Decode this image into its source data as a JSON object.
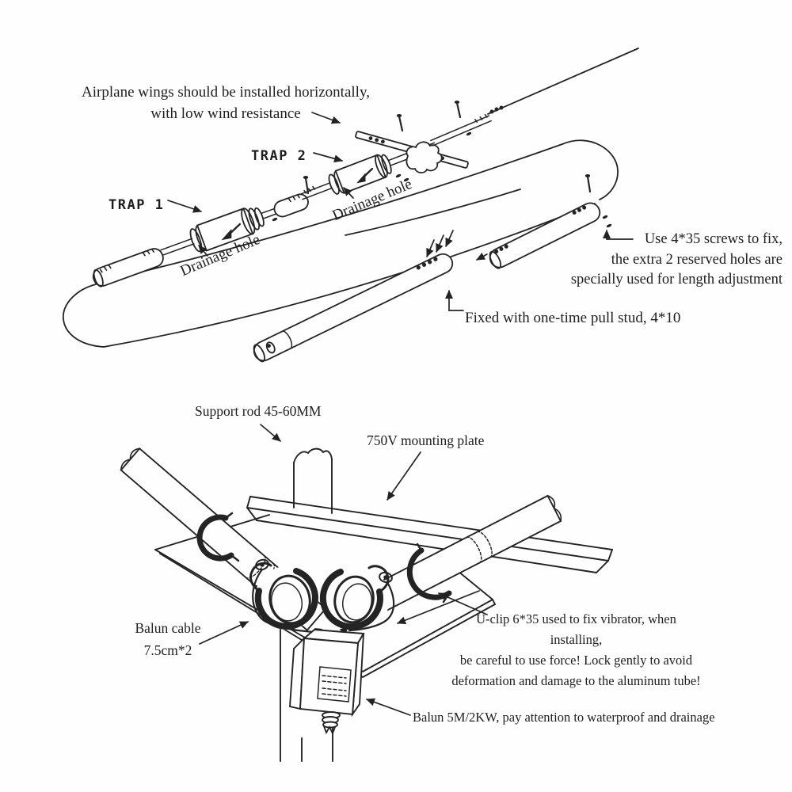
{
  "top_diagram": {
    "wings_note": {
      "line1": "Airplane wings should be installed horizontally,",
      "line2": "with low wind resistance"
    },
    "trap2_label": "TRAP 2",
    "trap1_label": "TRAP 1",
    "drainage_label_trap2": "Drainage hole",
    "drainage_label_trap1": "Drainage hole",
    "screws_note": {
      "line1": "Use 4*35 screws to fix,",
      "line2": "the extra 2 reserved holes are",
      "line3": "specially used for length adjustment"
    },
    "stud_note": "Fixed with one-time pull stud, 4*10"
  },
  "bottom_diagram": {
    "support_rod_label": "Support rod 45-60MM",
    "mounting_plate_label": "750V mounting plate",
    "balun_cable": {
      "line1": "Balun cable",
      "line2": "7.5cm*2"
    },
    "uclip_note": {
      "line1": "U-clip 6*35 used to fix vibrator, when installing,",
      "line2": "be careful to use force! Lock gently to avoid",
      "line3": "deformation and damage to the aluminum tube!"
    },
    "balun_note": "Balun 5M/2KW, pay attention to waterproof and drainage"
  },
  "colors": {
    "ink": "#222222",
    "background": "#fefefe"
  }
}
